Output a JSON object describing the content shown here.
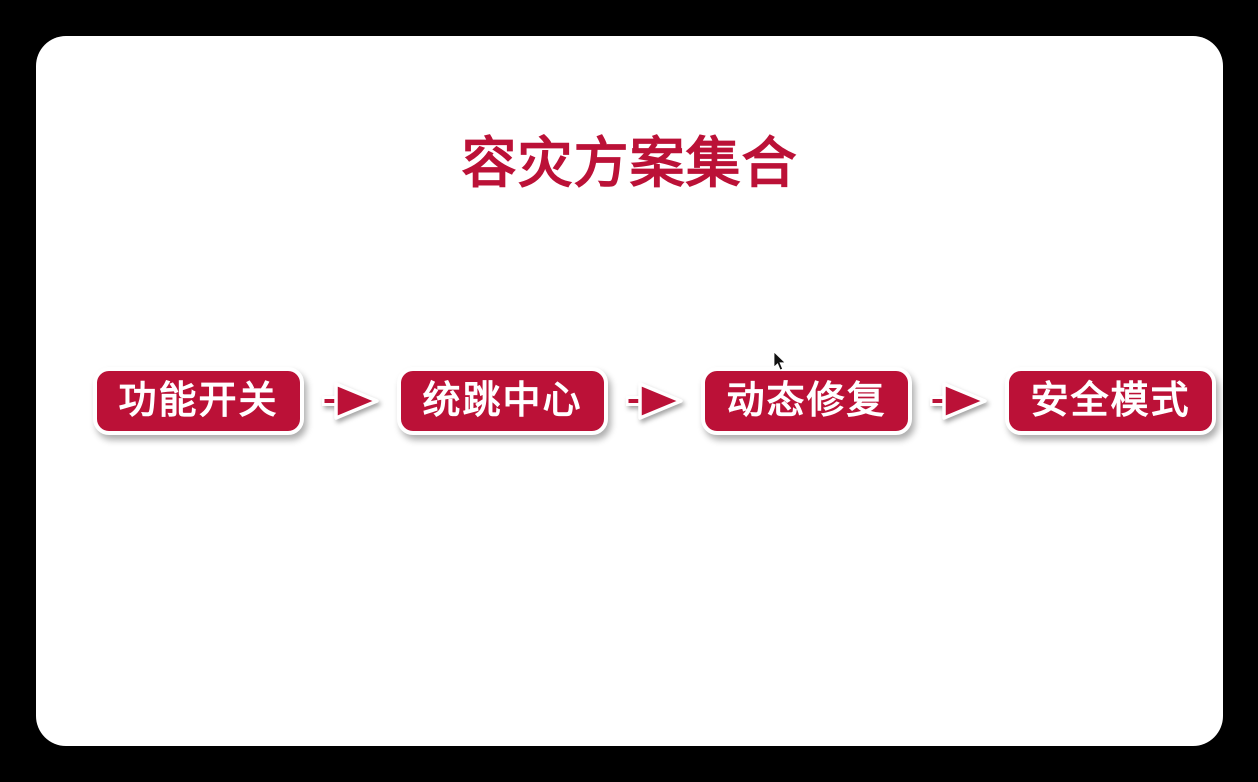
{
  "slide": {
    "title": "容灾方案集合",
    "flow_steps": [
      {
        "label": "功能开关"
      },
      {
        "label": "统跳中心"
      },
      {
        "label": "动态修复"
      },
      {
        "label": "安全模式"
      }
    ],
    "icons": {
      "between_steps": "flow-arrow-icon",
      "pointer": "mouse-cursor-icon"
    },
    "colors": {
      "accent": "#BB1137",
      "slide_background": "#FFFFFF",
      "page_background": "#000000",
      "box_text": "#FFFFFF"
    }
  }
}
